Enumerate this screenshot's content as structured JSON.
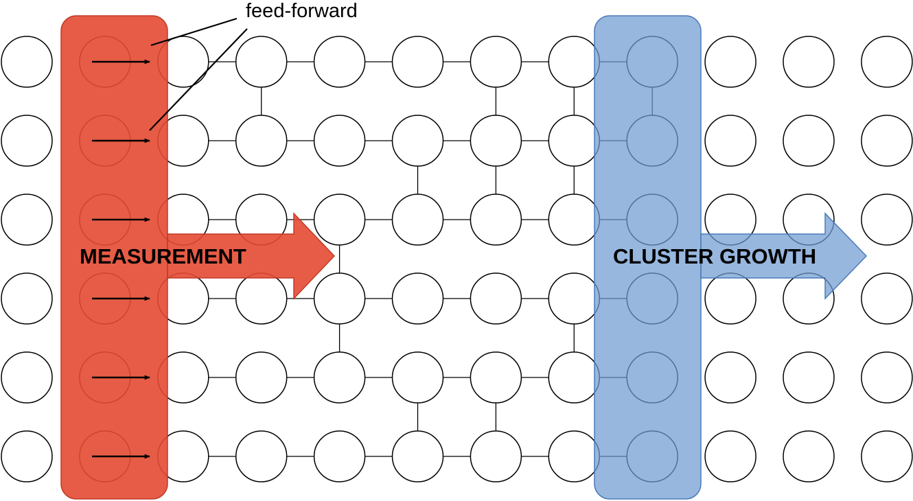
{
  "diagram": {
    "annotation": "feed-forward",
    "measurement_label": "MEASUREMENT",
    "growth_label": "CLUSTER GROWTH",
    "grid": {
      "rows": 6,
      "cols": 12
    },
    "colors": {
      "measurement": "#e34a33",
      "growth": "#6f9bd1",
      "node_fill": "#ffffff",
      "line": "#000000"
    },
    "feedforward_rows": [
      0,
      1,
      2,
      3,
      4,
      5
    ],
    "horizontal_bonds": [
      [
        0,
        2,
        3
      ],
      [
        0,
        3,
        4
      ],
      [
        0,
        4,
        5
      ],
      [
        0,
        5,
        6
      ],
      [
        0,
        6,
        7
      ],
      [
        0,
        7,
        8
      ],
      [
        1,
        2,
        3
      ],
      [
        1,
        3,
        4
      ],
      [
        1,
        4,
        5
      ],
      [
        1,
        5,
        6
      ],
      [
        1,
        6,
        7
      ],
      [
        1,
        7,
        8
      ],
      [
        2,
        2,
        3
      ],
      [
        2,
        3,
        4
      ],
      [
        2,
        4,
        5
      ],
      [
        2,
        5,
        6
      ],
      [
        2,
        6,
        7
      ],
      [
        2,
        7,
        8
      ],
      [
        3,
        2,
        3
      ],
      [
        3,
        3,
        4
      ],
      [
        3,
        4,
        5
      ],
      [
        3,
        5,
        6
      ],
      [
        3,
        6,
        7
      ],
      [
        3,
        7,
        8
      ],
      [
        4,
        2,
        3
      ],
      [
        4,
        3,
        4
      ],
      [
        4,
        4,
        5
      ],
      [
        4,
        5,
        6
      ],
      [
        4,
        6,
        7
      ],
      [
        4,
        7,
        8
      ],
      [
        5,
        2,
        3
      ],
      [
        5,
        3,
        4
      ],
      [
        5,
        4,
        5
      ],
      [
        5,
        5,
        6
      ],
      [
        5,
        6,
        7
      ],
      [
        5,
        7,
        8
      ]
    ],
    "vertical_bonds": [
      [
        3,
        0,
        1
      ],
      [
        6,
        0,
        1
      ],
      [
        7,
        0,
        1
      ],
      [
        8,
        0,
        1
      ],
      [
        5,
        1,
        2
      ],
      [
        6,
        1,
        2
      ],
      [
        7,
        1,
        2
      ],
      [
        4,
        2,
        3
      ],
      [
        4,
        3,
        4
      ],
      [
        7,
        3,
        4
      ],
      [
        5,
        4,
        5
      ],
      [
        6,
        4,
        5
      ]
    ]
  }
}
